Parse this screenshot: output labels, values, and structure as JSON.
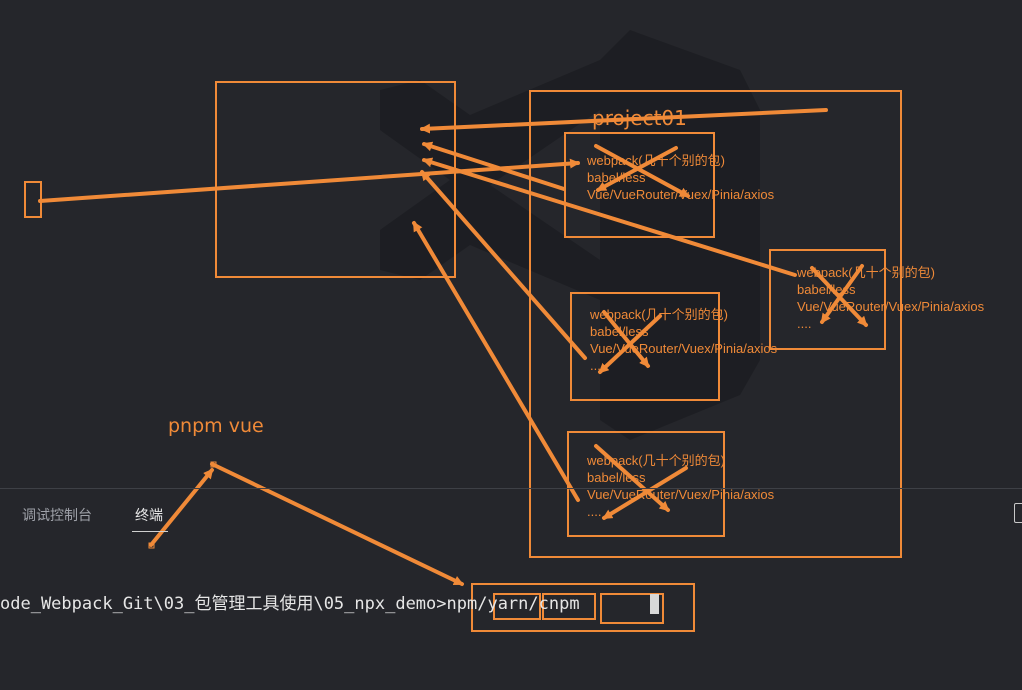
{
  "annotations": {
    "project_label": "project01",
    "pnpm_label": "pnpm vue",
    "package_groups": [
      {
        "lines": [
          "webpack(几十个别的包)",
          "babel/less",
          "Vue/VueRouter/Vuex/Pinia/axios"
        ]
      },
      {
        "lines": [
          "webpack(几十个别的包)",
          "babel/less",
          "Vue/VueRouter/Vuex/Pinia/axios",
          "...."
        ]
      },
      {
        "lines": [
          "webpack(几十个别的包)",
          "babel/less",
          "Vue/VueRouter/Vuex/Pinia/axios",
          "...."
        ]
      },
      {
        "lines": [
          "webpack(几十个别的包)",
          "babel/less",
          "Vue/VueRouter/Vuex/Pinia/axios",
          "...."
        ]
      }
    ],
    "accent_color": "#f08a38"
  },
  "panel": {
    "tabs": [
      {
        "label": "调试控制台",
        "active": false
      },
      {
        "label": "终端",
        "active": true
      }
    ],
    "panel_icon": "split-panel-icon"
  },
  "terminal": {
    "line": "ode_Webpack_Git\\03_包管理工具使用\\05_npx_demo>npm/yarn/cnpm"
  }
}
